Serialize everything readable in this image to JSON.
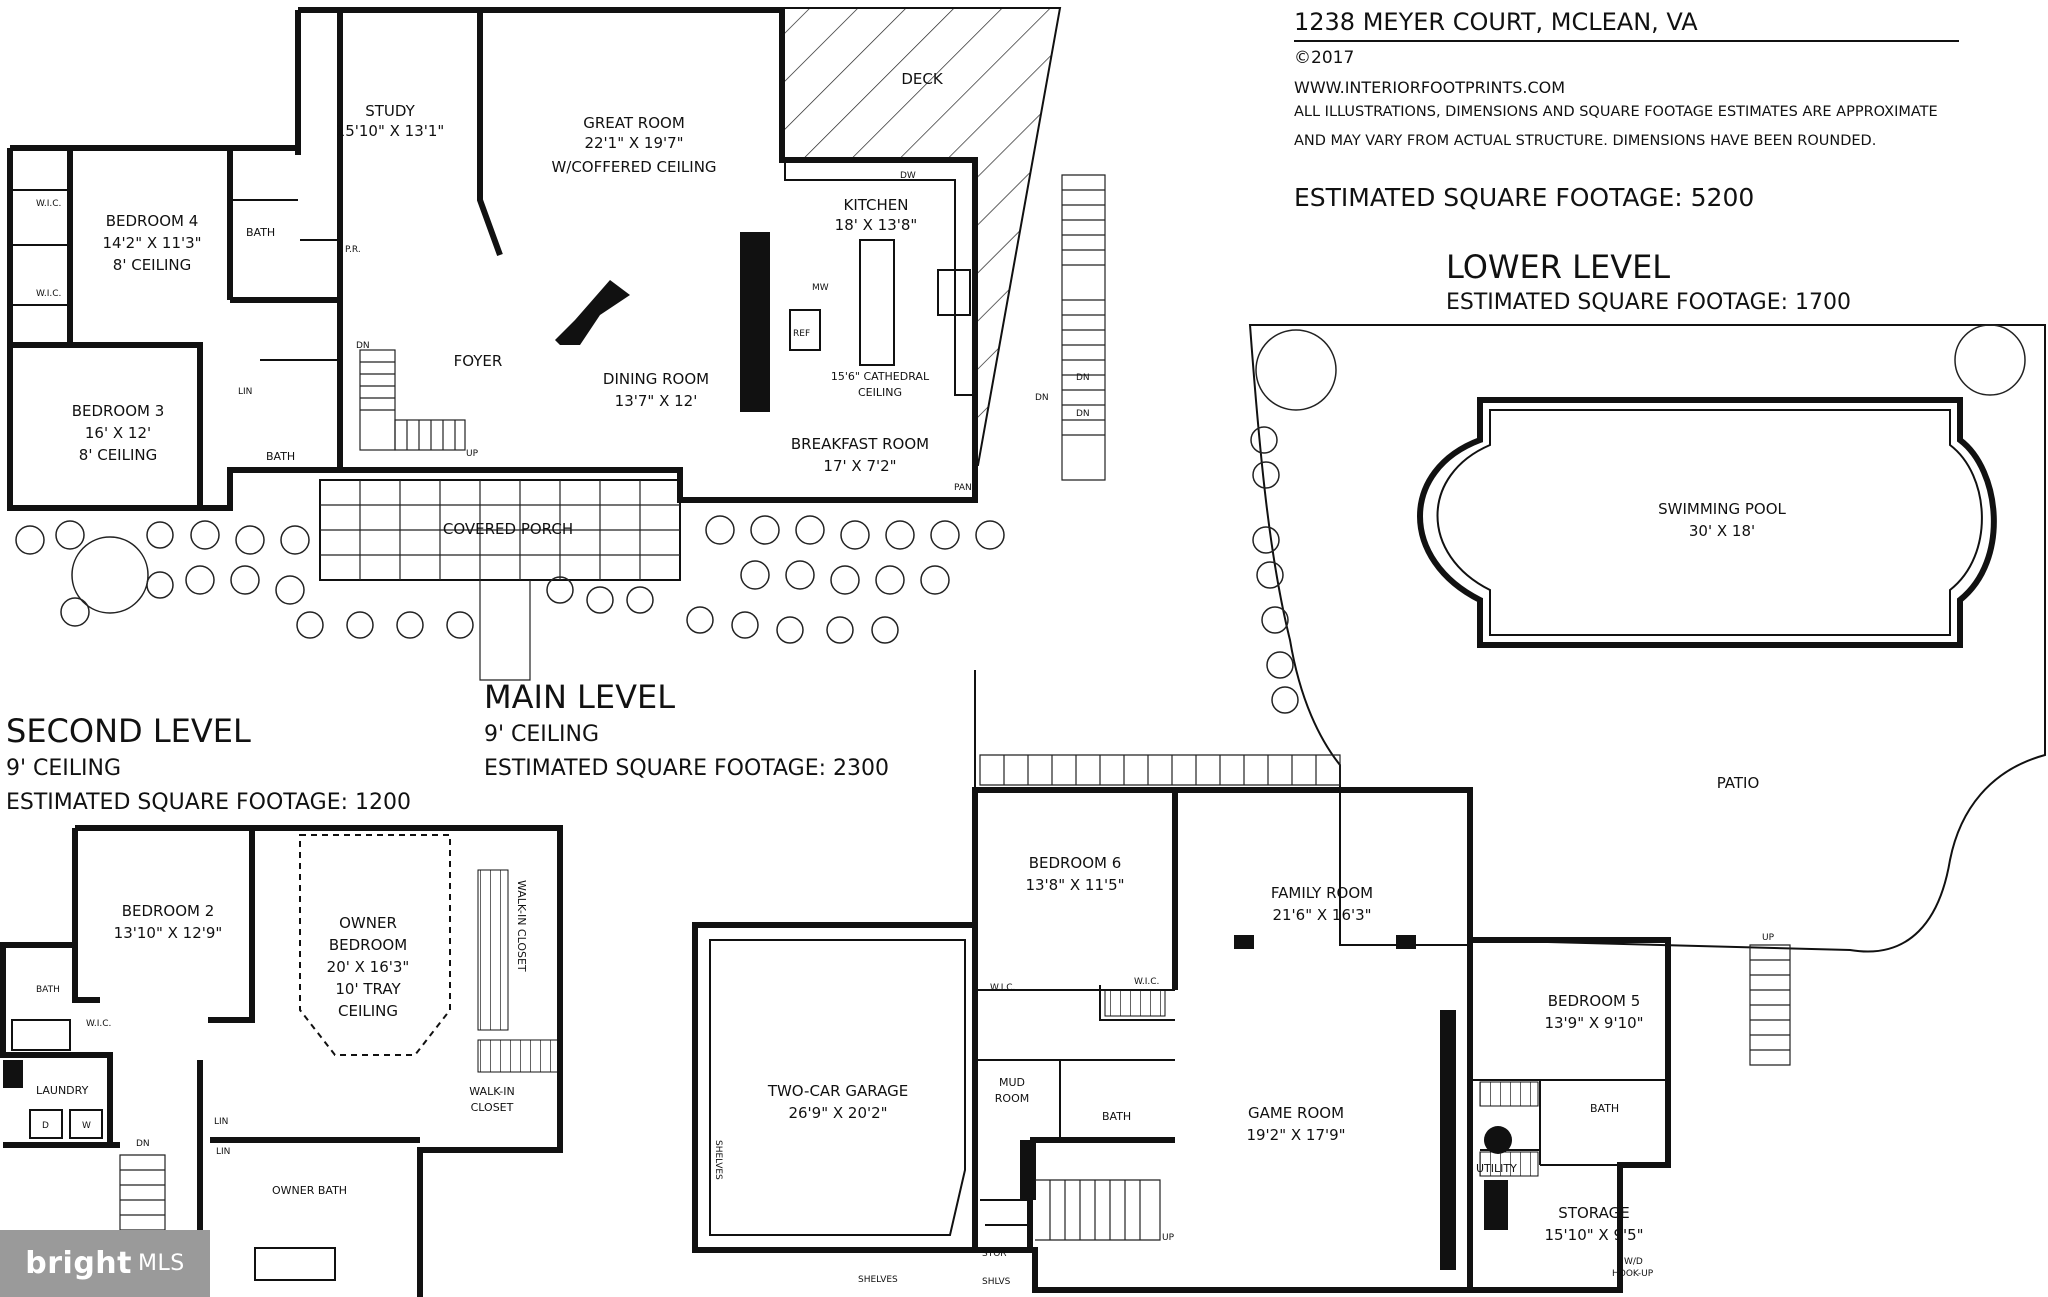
{
  "header": {
    "address": "1238 MEYER COURT, MCLEAN, VA",
    "copyright": "©2017",
    "website": "WWW.INTERIORFOOTPRINTS.COM",
    "disclaimer_1": "ALL ILLUSTRATIONS, DIMENSIONS AND SQUARE FOOTAGE ESTIMATES ARE APPROXIMATE",
    "disclaimer_2": "AND MAY VARY FROM ACTUAL STRUCTURE. DIMENSIONS HAVE BEEN ROUNDED.",
    "total_sqft": "ESTIMATED SQUARE FOOTAGE: 5200"
  },
  "levels": {
    "lower": {
      "title": "LOWER LEVEL",
      "sqft": "ESTIMATED SQUARE FOOTAGE: 1700"
    },
    "main": {
      "title": "MAIN LEVEL",
      "ceiling": "9' CEILING",
      "sqft": "ESTIMATED SQUARE FOOTAGE: 2300"
    },
    "second": {
      "title": "SECOND LEVEL",
      "ceiling": "9' CEILING",
      "sqft": "ESTIMATED SQUARE FOOTAGE: 1200"
    }
  },
  "main_rooms": {
    "study": [
      "STUDY",
      "15'10\" X 13'1\""
    ],
    "great_room": [
      "GREAT ROOM",
      "22'1\" X 19'7\"",
      "W/COFFERED CEILING"
    ],
    "deck": [
      "DECK"
    ],
    "kitchen": [
      "KITCHEN",
      "18' X 13'8\""
    ],
    "bedroom4": [
      "BEDROOM 4",
      "14'2\" X 11'3\"",
      "8' CEILING"
    ],
    "bedroom3": [
      "BEDROOM 3",
      "16' X 12'",
      "8' CEILING"
    ],
    "foyer": [
      "FOYER"
    ],
    "dining": [
      "DINING ROOM",
      "13'7\" X 12'"
    ],
    "cathedral": [
      "15'6\" CATHEDRAL",
      "CEILING"
    ],
    "breakfast": [
      "BREAKFAST ROOM",
      "17' X 7'2\""
    ],
    "porch": [
      "COVERED PORCH"
    ]
  },
  "main_small": {
    "wic": "W.I.C.",
    "bath": "BATH",
    "pr": "P.R.",
    "lin": "LIN",
    "dn": "DN",
    "up": "UP",
    "dw": "DW",
    "mw": "MW",
    "ref": "REF",
    "pan": "PAN"
  },
  "lower_rooms": {
    "pool": [
      "SWIMMING POOL",
      "30' X 18'"
    ],
    "patio": [
      "PATIO"
    ],
    "bedroom6": [
      "BEDROOM 6",
      "13'8\" X 11'5\""
    ],
    "family": [
      "FAMILY ROOM",
      "21'6\" X 16'3\""
    ],
    "garage": [
      "TWO-CAR GARAGE",
      "26'9\" X 20'2\""
    ],
    "mud": [
      "MUD",
      "ROOM"
    ],
    "game": [
      "GAME ROOM",
      "19'2\" X 17'9\""
    ],
    "bedroom5": [
      "BEDROOM 5",
      "13'9\" X 9'10\""
    ],
    "storage": [
      "STORAGE",
      "15'10\" X 9'5\""
    ]
  },
  "lower_small": {
    "wic": "W.I.C.",
    "bath": "BATH",
    "utility": "UTILITY",
    "shelves": "SHELVES",
    "stor": "STOR",
    "shlvs": "SHLVS",
    "up": "UP",
    "wd": "W/D",
    "hookup": "HOOK-UP"
  },
  "second_rooms": {
    "bedroom2": [
      "BEDROOM 2",
      "13'10\" X 12'9\""
    ],
    "owner": [
      "OWNER",
      "BEDROOM",
      "20' X 16'3\"",
      "10' TRAY",
      "CEILING"
    ],
    "walkin1": "WALK-IN CLOSET",
    "walkin2": [
      "WALK-IN",
      "CLOSET"
    ],
    "laundry": "LAUNDRY",
    "owner_bath": "OWNER BATH"
  },
  "second_small": {
    "bath": "BATH",
    "wic": "W.I.C.",
    "lin": "LIN",
    "dn": "DN",
    "d": "D",
    "w": "W"
  },
  "watermark": {
    "brand": "bright",
    "suffix": "MLS"
  }
}
